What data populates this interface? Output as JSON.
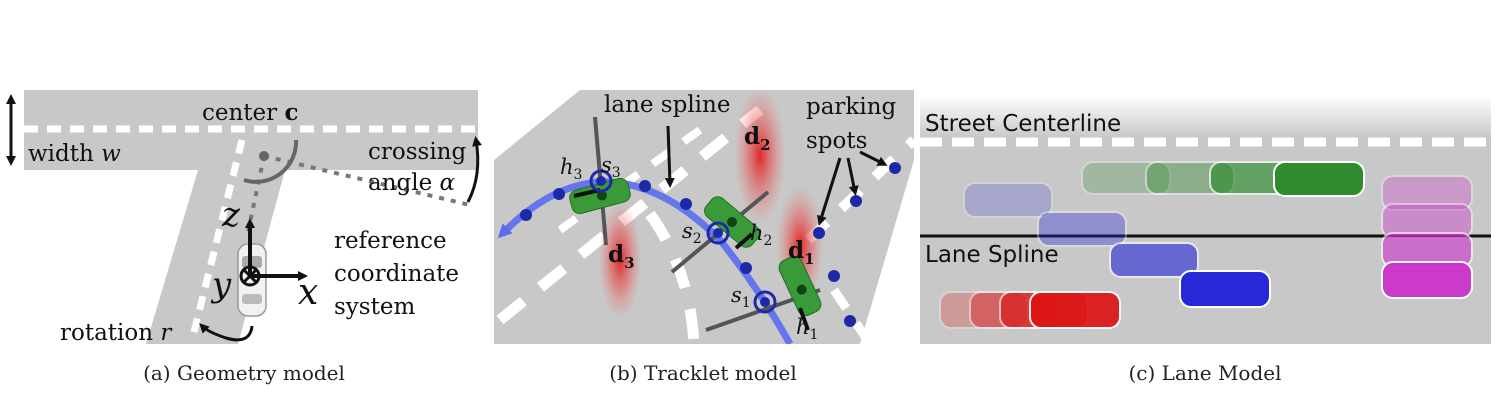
{
  "panel_a": {
    "caption": "(a) Geometry model",
    "label_center": "center",
    "label_center_symbol": "c",
    "label_width": "width",
    "label_width_symbol": "w",
    "label_crossing_line1": "crossing",
    "label_crossing_line2": "angle",
    "label_crossing_symbol": "α",
    "axis_z": "z",
    "axis_y": "y",
    "axis_x": "x",
    "label_ref_line1": "reference",
    "label_ref_line2": "coordinate",
    "label_ref_line3": "system",
    "label_rotation": "rotation",
    "label_rotation_symbol": "r"
  },
  "panel_b": {
    "caption": "(b) Tracklet model",
    "label_lane_spline": "lane spline",
    "label_parking_line1": "parking",
    "label_parking_line2": "spots",
    "d1": "d",
    "d1_sub": "1",
    "d2": "d",
    "d2_sub": "2",
    "d3": "d",
    "d3_sub": "3",
    "s1": "s",
    "s1_sub": "1",
    "s2": "s",
    "s2_sub": "2",
    "s3": "s",
    "s3_sub": "3",
    "h1": "h",
    "h1_sub": "1",
    "h2": "h",
    "h2_sub": "2",
    "h3": "h",
    "h3_sub": "3"
  },
  "panel_c": {
    "caption": "(c) Lane Model",
    "label_street_centerline": "Street Centerline",
    "label_lane_spline": "Lane Spline"
  },
  "colors": {
    "road": "#c8c8c8",
    "lane_blue": "#5a6cf0",
    "spot_blue": "#1d2aa8",
    "car_green": "#2e8b2e",
    "heat_red": "#e03030",
    "car_red": "#dd1111",
    "car_blue": "#2828d8",
    "car_magenta": "#cc33cc"
  }
}
